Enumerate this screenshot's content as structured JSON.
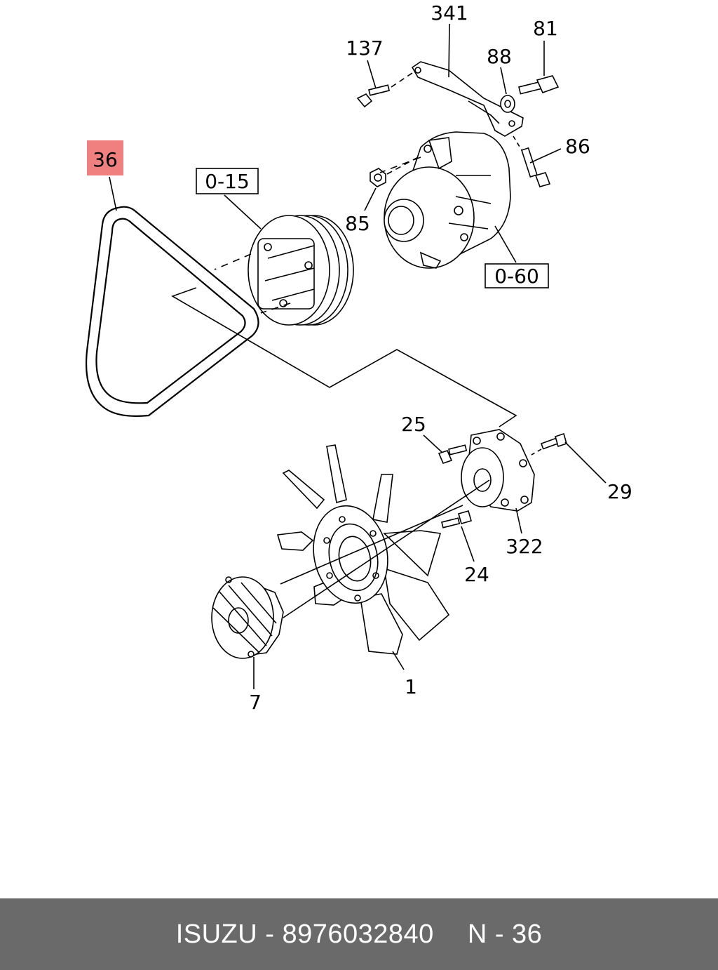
{
  "diagram": {
    "highlight_color": "#f08080",
    "callouts": {
      "belt": "36",
      "pulley_box": "0-15",
      "alternator_box": "0-60",
      "bracket": "341",
      "bolt_137": "137",
      "washer_88": "88",
      "bolt_81": "81",
      "bolt_86": "86",
      "nut_85": "85",
      "bolt_25": "25",
      "bolt_29": "29",
      "pulley_322": "322",
      "bolt_24": "24",
      "fan": "1",
      "clutch": "7"
    }
  },
  "footer": {
    "brand": "ISUZU",
    "separator": "-",
    "part_number": "8976032840",
    "ref": "N - 36"
  }
}
